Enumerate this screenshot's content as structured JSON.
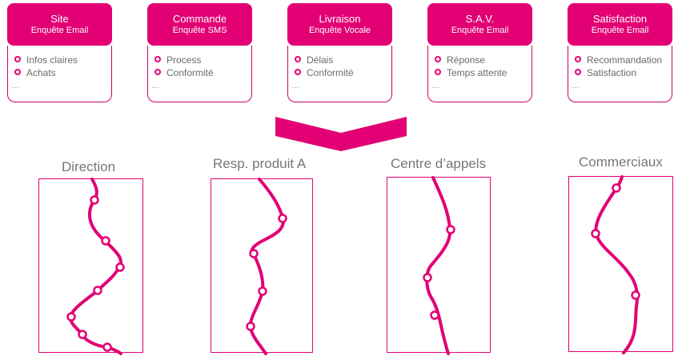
{
  "accent_color": "#e20074",
  "cards": [
    {
      "title": "Site",
      "subtitle": "Enquête Email",
      "items": [
        "Infos claires",
        "Achats"
      ],
      "more": "…"
    },
    {
      "title": "Commande",
      "subtitle": "Enquête SMS",
      "items": [
        "Process",
        "Conformité"
      ],
      "more": "…"
    },
    {
      "title": "Livraison",
      "subtitle": "Enquête Vocale",
      "items": [
        "Délais",
        "Conformité"
      ],
      "more": "…"
    },
    {
      "title": "S.A.V.",
      "subtitle": "Enquête Email",
      "items": [
        "Réponse",
        "Temps attente"
      ],
      "more": "…"
    },
    {
      "title": "Satisfaction",
      "subtitle": "Enquête Email",
      "items": [
        "Recommandation",
        "Satisfaction"
      ],
      "more": "…"
    }
  ],
  "panels": [
    {
      "title": "Direction"
    },
    {
      "title": "Resp. produit A"
    },
    {
      "title": "Centre d’appels"
    },
    {
      "title": "Commerciaux"
    }
  ]
}
